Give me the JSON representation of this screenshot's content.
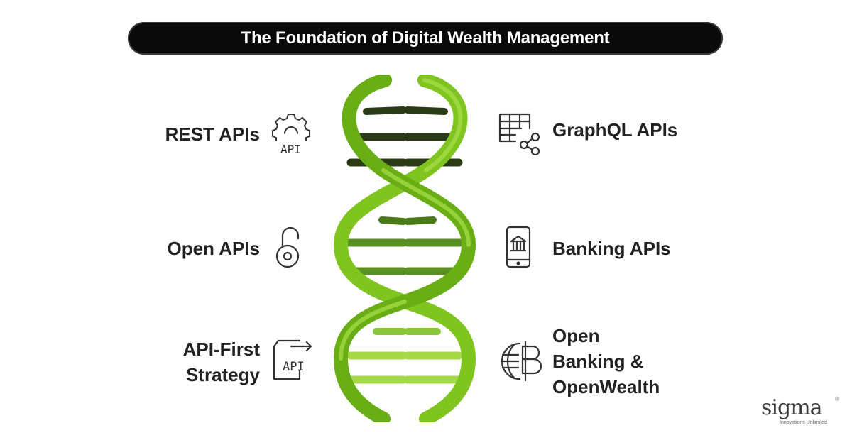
{
  "header": {
    "title": "The Foundation of Digital Wealth Management"
  },
  "left_items": [
    {
      "label": "REST APIs",
      "icon": "gear-api-icon",
      "icon_text": "API"
    },
    {
      "label": "Open APIs",
      "icon": "open-lock-icon"
    },
    {
      "label": "API-First Strategy",
      "line1": "API-First",
      "line2": "Strategy",
      "icon": "api-doc-arrow-icon",
      "icon_text": "API"
    }
  ],
  "right_items": [
    {
      "label": "GraphQL APIs",
      "icon": "table-share-icon"
    },
    {
      "label": "Banking APIs",
      "icon": "mobile-bank-icon"
    },
    {
      "label": "Open Banking & OpenWealth",
      "line1": "Open",
      "line2": "Banking &",
      "line3": "OpenWealth",
      "icon": "globe-baht-icon"
    }
  ],
  "logo": {
    "name": "sigma",
    "tagline": "Innovations Unlimited",
    "reg": "®"
  },
  "colors": {
    "title_bg": "#0a0a0a",
    "strand": "#7fc41f",
    "strand_dark": "#4e8a10",
    "rung_dark": "#2a3a16",
    "rung_mid": "#5a8f22",
    "rung_light": "#a6d94a"
  }
}
